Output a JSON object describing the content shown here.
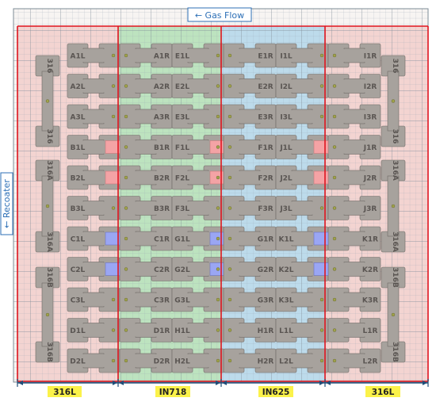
{
  "labels": {
    "gas_flow": "← Gas Flow",
    "recoater": "← Recoater"
  },
  "regions": [
    {
      "label": "316L",
      "color": "#f2c9c6"
    },
    {
      "label": "IN718",
      "color": "#a9ddae"
    },
    {
      "label": "IN625",
      "color": "#a9d3e8"
    },
    {
      "label": "316L",
      "color": "#f2c9c6"
    }
  ],
  "colors": {
    "region_outline": "#e0141e",
    "specimen": "#a7a29d",
    "specimen_stroke": "#6f6a66",
    "label_text": "#5a5552",
    "dot": "#a0a24a",
    "red_block": "#f4a3a5",
    "blue_block": "#9aa6f4",
    "dimension_line": "#1f4e79",
    "dim_label_bg": "#fbf24a",
    "label_box_border": "#2c6fb6"
  },
  "dog_bones": {
    "col1": [
      "A1L",
      "A2L",
      "A3L",
      "B1L",
      "B2L",
      "B3L",
      "C1L",
      "C2L",
      "C3L",
      "D1L",
      "D2L"
    ],
    "col2": [
      "A1R",
      "A2R",
      "A3R",
      "B1R",
      "B2R",
      "B3R",
      "C1R",
      "C2R",
      "C3R",
      "D1R",
      "D2R"
    ],
    "col3": [
      "E1L",
      "E2L",
      "E3L",
      "F1L",
      "F2L",
      "F3L",
      "G1L",
      "G2L",
      "G3L",
      "H1L",
      "H2L"
    ],
    "col4": [
      "E1R",
      "E2R",
      "E3R",
      "F1R",
      "F2R",
      "F3R",
      "G1R",
      "G2R",
      "G3R",
      "H1R",
      "H2R"
    ],
    "col5": [
      "I1L",
      "I2L",
      "I3L",
      "J1L",
      "J2L",
      "J3L",
      "K1L",
      "K2L",
      "K3L",
      "L1L",
      "L2L"
    ],
    "col6": [
      "I1R",
      "I2R",
      "I3R",
      "J1R",
      "J2R",
      "J3R",
      "K1R",
      "K2R",
      "K3R",
      "L1R",
      "L2R"
    ]
  },
  "vertical_specimens": {
    "left": [
      [
        "316",
        "316"
      ],
      [
        "316A",
        "316A"
      ],
      [
        "316B",
        "316B"
      ]
    ],
    "right": [
      [
        "316",
        "316"
      ],
      [
        "316A",
        "316A"
      ],
      [
        "316B",
        "316B"
      ]
    ]
  }
}
